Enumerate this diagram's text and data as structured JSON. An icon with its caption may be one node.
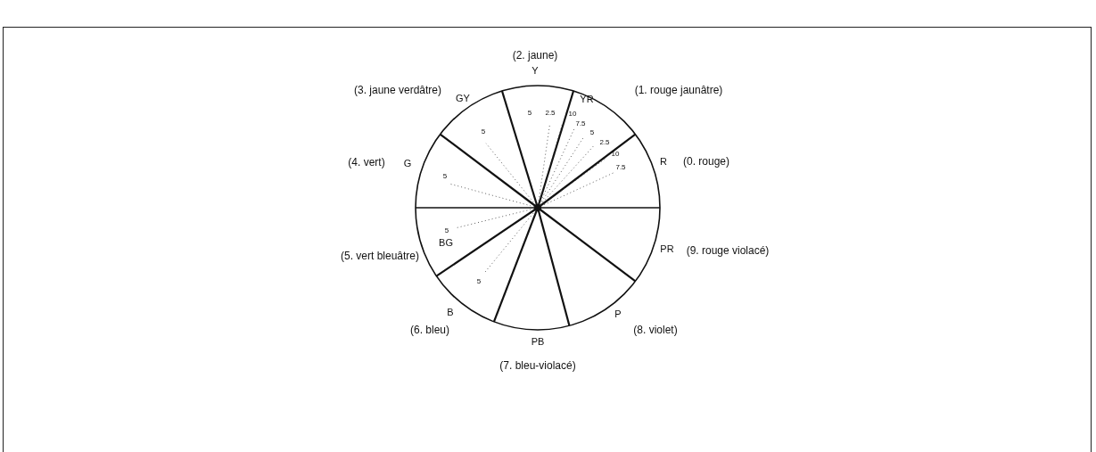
{
  "diagram": {
    "labels": [
      "(2. jaune)",
      "Y",
      "(3. jaune verdâtre)",
      "GY",
      "YR",
      "(1. rouge jaunâtre)",
      "5",
      "2.5",
      "10",
      "7.5",
      "5",
      "5",
      "2.5",
      "10",
      "(4. vert)",
      "G",
      "R",
      "(0. rouge)",
      "7.5",
      "5",
      "5",
      "BG",
      "PR",
      "(9. rouge violacé)",
      "(5. vert bleuâtre)",
      "5",
      "B",
      "P",
      "(6. bleu)",
      "(8. violet)",
      "PB",
      "(7. bleu-violacé)"
    ]
  }
}
